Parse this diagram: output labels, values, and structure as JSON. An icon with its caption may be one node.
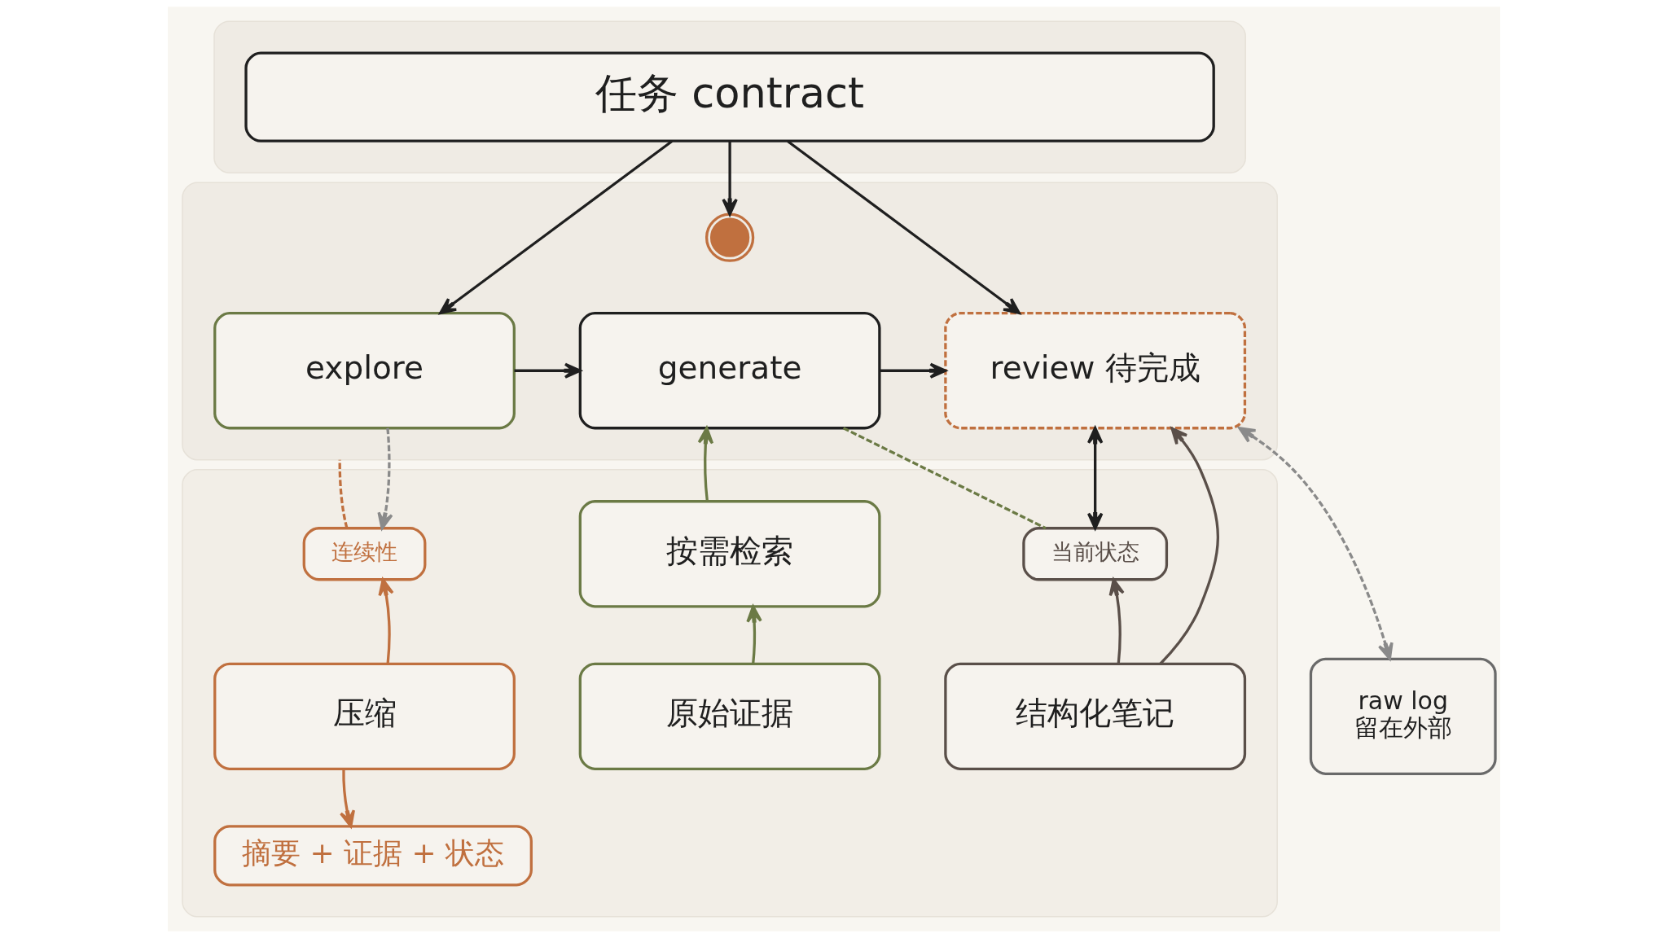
{
  "diagram": {
    "nodes": [
      {
        "text": [],
        "shape": "box"
      },
      {
        "text": [
          "任务 contract"
        ],
        "in": 0
      },
      {
        "text": [],
        "shape": "box"
      },
      {
        "text": [
          "explore"
        ],
        "in": 2
      },
      {
        "text": [],
        "shape": "circle",
        "in": 2
      },
      {
        "text": [
          "generate"
        ],
        "in": 2
      },
      {
        "text": [
          "review 待完成"
        ],
        "in": 2
      },
      {
        "text": [],
        "shape": "box"
      },
      {
        "text": [
          "连续性"
        ],
        "in": 7
      },
      {
        "text": [
          "当前状态"
        ],
        "in": 7
      },
      {
        "text": [
          "压缩"
        ],
        "in": 7
      },
      {
        "text": [
          "按需检索"
        ],
        "in": 7
      },
      {
        "text": [
          "结构化笔记"
        ],
        "in": 7
      },
      {
        "text": [
          "摘要 + 证据 + 状态"
        ],
        "in": 7
      },
      {
        "text": [
          "原始证据"
        ],
        "in": 7
      },
      {
        "text": [
          "raw log",
          "留在外部"
        ]
      }
    ],
    "edges": [
      {
        "from": 1,
        "to": 3,
        "arrow": "to"
      },
      {
        "from": 1,
        "to": 4,
        "arrow": "to"
      },
      {
        "from": 1,
        "to": 6,
        "arrow": "to"
      },
      {
        "from": 3,
        "to": 5,
        "arrow": "to"
      },
      {
        "from": 5,
        "to": 6,
        "arrow": "to"
      },
      {
        "from": 3,
        "to": 8,
        "arrow": "to",
        "style": "dashed",
        "color": "#8a8a8a"
      },
      {
        "from": 8,
        "to": 2,
        "arrow": "none",
        "style": "dashed",
        "color": "#c0703f"
      },
      {
        "from": 10,
        "to": 8,
        "arrow": "to",
        "color": "#c0703f"
      },
      {
        "from": 10,
        "to": 13,
        "arrow": "to",
        "color": "#c0703f"
      },
      {
        "from": 11,
        "to": 5,
        "arrow": "to",
        "color": "#6b7a45"
      },
      {
        "from": 14,
        "to": 11,
        "arrow": "to",
        "color": "#6b7a45"
      },
      {
        "from": 5,
        "to": 9,
        "arrow": "none",
        "style": "dashed",
        "color": "#6b7a45"
      },
      {
        "from": 6,
        "to": 9,
        "arrow": "both"
      },
      {
        "from": 12,
        "to": 9,
        "arrow": "to",
        "color": "#5a4f49"
      },
      {
        "from": 12,
        "to": 6,
        "arrow": "to",
        "color": "#5a4f49"
      },
      {
        "from": 6,
        "to": 15,
        "arrow": "both",
        "style": "dashed",
        "color": "#8a8a8a"
      }
    ]
  }
}
